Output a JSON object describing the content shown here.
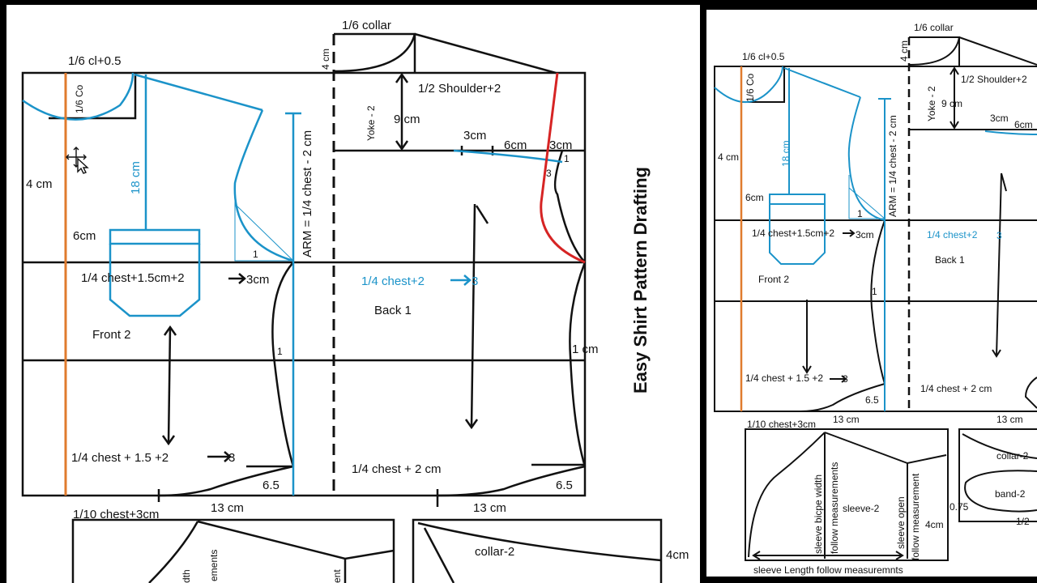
{
  "title": "Easy Shirt Pattern Drafting",
  "colors": {
    "orange": "#e07b2e",
    "blue": "#1b93c9",
    "red": "#d62424",
    "ink": "#111111"
  },
  "left": {
    "collar_top": "1/6 collar",
    "cl": "1/6 cl+0.5",
    "co": "1/6 Co",
    "four_cm_v": "4 cm",
    "shoulder": "1/2 Shoulder+2",
    "yoke": "Yoke - 2",
    "nine_cm": "9 cm",
    "three_cm_a": "3cm",
    "six_cm_a": "6cm",
    "three_cm_b": "3cm",
    "one_a": "1",
    "three_small": "3",
    "four_cm": "4 cm",
    "eighteen": "18 cm",
    "arm": "ARM = 1/4 chest - 2 cm",
    "six_cm": "6cm",
    "one_b": "1",
    "front_chest": "1/4 chest+1.5cm+2",
    "front_chest_res": "3cm",
    "back_chest": "1/4 chest+2",
    "back_chest_res": "3",
    "back1": "Back 1",
    "front2": "Front 2",
    "one_c": "1",
    "one_cm": "1 cm",
    "front_waist": "1/4 chest + 1.5 +2",
    "front_waist_res": "3",
    "back_waist": "1/4 chest + 2 cm",
    "six5_a": "6.5",
    "six5_b": "6.5",
    "thirteen_a": "13 cm",
    "thirteen_b": "13 cm",
    "tenth": "1/10 chest+3cm",
    "collar2": "collar-2",
    "four_cm_r": "4cm",
    "sleeve_w_a": "dth",
    "sleeve_w_b": "ements",
    "sleeve_w_c": "ent"
  },
  "right": {
    "collar_top": "1/6 collar",
    "four_cm_v": "4 cm",
    "cl": "1/6 cl+0.5",
    "co": "1/6 Co",
    "shoulder": "1/2 Shoulder+2",
    "yoke": "Yoke - 2",
    "nine_cm": "9 cm",
    "three_cm": "3cm",
    "six_cm_a": "6cm",
    "four_cm": "4 cm",
    "eighteen": "18 cm",
    "arm": "ARM = 1/4 chest - 2 cm",
    "six_cm": "6cm",
    "one_a": "1",
    "front_chest": "1/4 chest+1.5cm+2",
    "front_chest_res": "3cm",
    "back_chest": "1/4 chest+2",
    "back_chest_res": "3",
    "back1": "Back 1",
    "front2": "Front 2",
    "one_b": "1",
    "front_waist": "1/4 chest + 1.5 +2",
    "front_waist_res": "3",
    "back_waist": "1/4 chest + 2 cm",
    "six5": "6.5",
    "thirteen_a": "13 cm",
    "thirteen_b": "13 cm",
    "tenth": "1/10 chest+3cm",
    "sleeve_bicep": "sleeve bicpe width",
    "follow_a": "follow measurements",
    "sleeve2": "sleeve-2",
    "sleeve_open": "sleeve open",
    "follow_b": "follow measurement",
    "four_cm_r": "4cm",
    "sleeve_len": "sleeve Length follow measuremnts",
    "collar2": "collar-2",
    "band2": "band-2",
    "zero75": "0.75",
    "half": "1/2"
  }
}
